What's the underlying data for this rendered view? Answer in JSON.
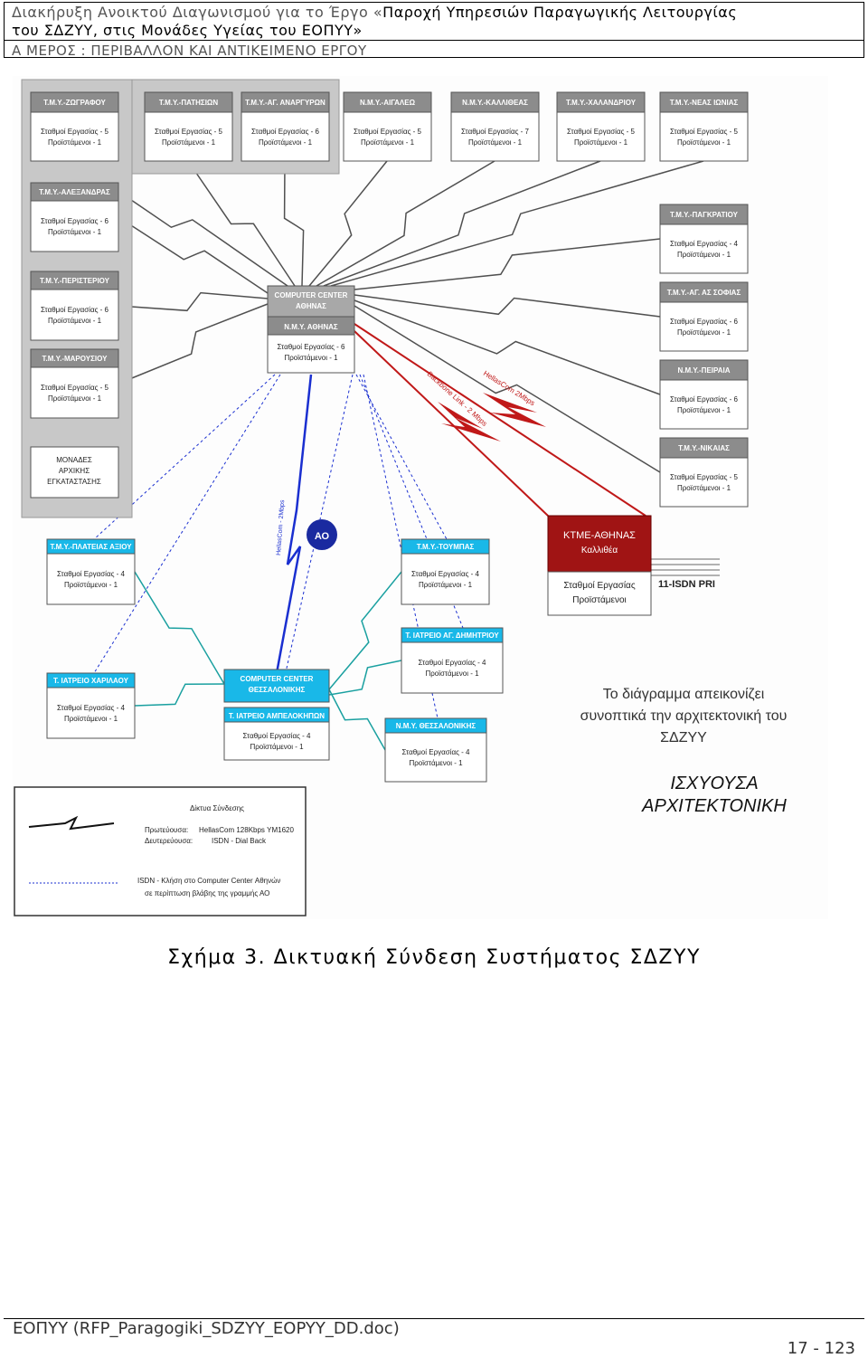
{
  "header": {
    "line1_a": "Διακήρυξη Ανοικτού Διαγωνισμού για το Έργο  «",
    "line1_b": "Παροχή Υπηρεσιών Παραγωγικής Λειτουργίας",
    "line2": "του ΣΔΖΥΥ, στις Μονάδες Υγείας του ΕΟΠΥΥ»",
    "line3": "Α ΜΕΡΟΣ : ΠΕΡΙΒΑΛΛΟΝ  ΚΑΙ ΑΝΤΙΚΕΙΜΕΝΟ ΕΡΓΟΥ"
  },
  "diagram": {
    "top_units": [
      {
        "name": "Τ.Μ.Υ.-ΖΩΓΡΑΦΟΥ",
        "stations": "Σταθμοί Εργασίας - 5",
        "heads": "Προϊστάμενοι - 1"
      },
      {
        "name": "Τ.Μ.Υ.-ΠΑΤΗΣΙΩΝ",
        "stations": "Σταθμοί Εργασίας - 5",
        "heads": "Προϊστάμενοι - 1"
      },
      {
        "name": "Τ.Μ.Υ.-ΑΓ. ΑΝΑΡΓΥΡΩΝ",
        "stations": "Σταθμοί Εργασίας - 6",
        "heads": "Προϊστάμενοι - 1"
      },
      {
        "name": "Ν.Μ.Υ.-ΑΙΓΑΛΕΩ",
        "stations": "Σταθμοί Εργασίας - 5",
        "heads": "Προϊστάμενοι - 1"
      },
      {
        "name": "Ν.Μ.Υ.-ΚΑΛΛΙΘΕΑΣ",
        "stations": "Σταθμοί Εργασίας - 7",
        "heads": "Προϊστάμενοι - 1"
      },
      {
        "name": "Τ.Μ.Υ.-ΧΑΛΑΝΔΡΙΟΥ",
        "stations": "Σταθμοί Εργασίας - 5",
        "heads": "Προϊστάμενοι - 1"
      },
      {
        "name": "Τ.Μ.Υ.-ΝΕΑΣ ΙΩΝΙΑΣ",
        "stations": "Σταθμοί Εργασίας - 5",
        "heads": "Προϊστάμενοι - 1"
      }
    ],
    "left_units": [
      {
        "name": "Τ.Μ.Υ.-ΑΛΕΞΑΝΔΡΑΣ",
        "stations": "Σταθμοί Εργασίας - 6",
        "heads": "Προϊστάμενοι - 1"
      },
      {
        "name": "Τ.Μ.Υ.-ΠΕΡΙΣΤΕΡΙΟΥ",
        "stations": "Σταθμοί Εργασίας - 6",
        "heads": "Προϊστάμενοι - 1"
      },
      {
        "name": "Τ.Μ.Υ.-ΜΑΡΟΥΣΙΟΥ",
        "stations": "Σταθμοί Εργασίας - 5",
        "heads": "Προϊστάμενοι - 1"
      }
    ],
    "other_units_line1": "ΜΟΝΑΔΕΣ",
    "other_units_line2": "ΑΡΧΙΚΗΣ",
    "other_units_line3": "ΕΓΚΑΤΑΣΤΑΣΗΣ",
    "right_units": [
      {
        "name": "Τ.Μ.Υ.-ΠΑΓΚΡΑΤΙΟΥ",
        "stations": "Σταθμοί Εργασίας - 4",
        "heads": "Προϊστάμενοι - 1"
      },
      {
        "name": "Τ.Μ.Υ.-ΑΓ. ΑΣ ΣΟΦΙΑΣ",
        "stations": "Σταθμοί Εργασίας - 6",
        "heads": "Προϊστάμενοι - 1"
      },
      {
        "name": "Ν.Μ.Υ.-ΠΕΙΡΑΙΑ",
        "stations": "Σταθμοί Εργασίας - 6",
        "heads": "Προϊστάμενοι - 1"
      },
      {
        "name": "Τ.Μ.Υ.-ΝΙΚΑΙΑΣ",
        "stations": "Σταθμοί Εργασίας - 5",
        "heads": "Προϊστάμενοι - 1"
      }
    ],
    "athens_center": {
      "title1": "COMPUTER CENTER",
      "title2": "ΑΘΗΝΑΣ",
      "unit": "Ν.Μ.Υ. ΑΘΗΝΑΣ",
      "stations": "Σταθμοί Εργασίας - 6",
      "heads": "Προϊστάμενοι - 1"
    },
    "ktme": {
      "title1": "ΚΤΜΕ-ΑΘΗΝΑΣ",
      "title2": "Καλλιθέα",
      "stations": "Σταθμοί Εργασίας",
      "heads": "Προϊστάμενοι",
      "isdn": "11-ISDN PRI"
    },
    "red_link1": "Backbone Link - 2 Mbps",
    "red_link2": "HellasCom 2Mbps",
    "blue_link": "HellasCom - 2Mbps",
    "ao": "ΑΟ",
    "thess_center": {
      "title1": "COMPUTER CENTER",
      "title2": "ΘΕΣΣΑΛΟΝΙΚΗΣ",
      "unit": "Τ. ΙΑΤΡΕΙΟ ΑΜΠΕΛΟΚΗΠΩΝ",
      "stations": "Σταθμοί Εργασίας - 4",
      "heads": "Προϊστάμενοι - 1"
    },
    "north_units": [
      {
        "name": "Τ.Μ.Υ.-ΠΛΑΤΕΙΑΣ ΑΞΙΟΥ",
        "stations": "Σταθμοί Εργασίας - 4",
        "heads": "Προϊστάμενοι - 1"
      },
      {
        "name": "Τ.Μ.Υ.-ΤΟΥΜΠΑΣ",
        "stations": "Σταθμοί Εργασίας - 4",
        "heads": "Προϊστάμενοι - 1"
      },
      {
        "name": "Τ. ΙΑΤΡΕΙΟ ΑΓ. ΔΗΜΗΤΡΙΟΥ",
        "stations": "Σταθμοί Εργασίας - 4",
        "heads": "Προϊστάμενοι - 1"
      },
      {
        "name": "Τ. ΙΑΤΡΕΙΟ ΧΑΡΙΛΑΟΥ",
        "stations": "Σταθμοί Εργασίας - 4",
        "heads": "Προϊστάμενοι - 1"
      },
      {
        "name": "Ν.Μ.Υ. ΘΕΣΣΑΛΟΝΙΚΗΣ",
        "stations": "Σταθμοί Εργασίας - 4",
        "heads": "Προϊστάμενοι - 1"
      }
    ],
    "note_line1": "Το διάγραμμα απεικονίζει",
    "note_line2": "συνοπτικά την αρχιτεκτονική του",
    "note_line3": "ΣΔΖΥΥ",
    "status_line1": "ΙΣΧΥΟΥΣΑ",
    "status_line2": "ΑΡΧΙΤΕΚΤΟΝΙΚΗ",
    "legend": {
      "title": "Δίκτυα Σύνδεσης",
      "primary_label": "Πρωτεύουσα:",
      "primary_value": "HellasCom 128Kbps ΥΜ1620",
      "backup_label": "Δευτερεύουσα:",
      "backup_value": "ISDN - Dial Back",
      "dotted_line1": "ISDN - Κλήση στο Computer Center Αθηνών",
      "dotted_line2": "σε περίπτωση βλάβης της γραμμής ΑΟ"
    },
    "colors": {
      "gray_panel": "#c8c8c8",
      "cyan_box": "#19b8e8",
      "dark_red": "#a01414",
      "link_red": "#c01818",
      "link_blue": "#1a2fd0",
      "link_gray": "#505050",
      "link_teal": "#1aa0a0"
    }
  },
  "caption": "Σχήμα 3. Δικτυακή Σύνδεση Συστήματος ΣΔΖΥΥ",
  "footer": {
    "doc": "ΕΟΠΥΥ  (RFP_Paragogiki_SDZYY_EOPYY_DD.doc)",
    "page": "17 - 123"
  }
}
